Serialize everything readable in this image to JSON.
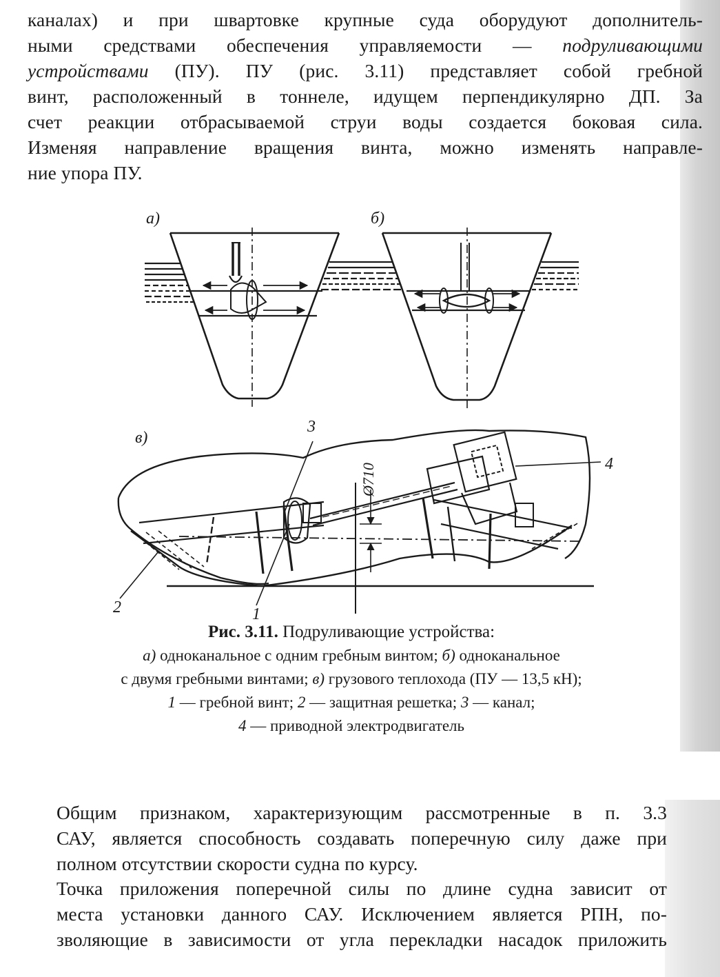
{
  "para1": {
    "l1": "каналах) и при швартовке крупные суда оборудуют дополнитель-",
    "l2a": "ными средствами обеспечения управляемости — ",
    "l2b": "подруливающими",
    "l3a": "устройствами",
    "l3b": " (ПУ). ПУ (рис. 3.11) представляет собой гребной",
    "l4": "винт, расположенный в тоннеле, идущем перпендикулярно ДП. За",
    "l5": "счет реакции отбрасываемой струи воды создается боковая сила.",
    "l6": "Изменяя направление вращения винта, можно изменять направле-",
    "l7": "ние упора ПУ."
  },
  "figure": {
    "label_a": "а)",
    "label_b": "б)",
    "label_v": "в)",
    "num1": "1",
    "num2": "2",
    "num3": "3",
    "num4": "4",
    "diameter": "Ø710"
  },
  "caption": {
    "prefix": "Рис. 3.11.",
    "title": " Подруливающие устройства:",
    "l2a": "а)",
    "l2b": " одноканальное с одним гребным винтом; ",
    "l2c": "б)",
    "l2d": " одноканальное",
    "l3a": "с двумя гребными винтами; ",
    "l3b": "в)",
    "l3c": " грузового теплохода (ПУ — 13,5 кН);",
    "l4a": "1",
    "l4b": " — гребной винт; ",
    "l4c": "2",
    "l4d": " — защитная решетка; ",
    "l4e": "3",
    "l4f": " — канал;",
    "l5a": "4",
    "l5b": " — приводной электродвигатель"
  },
  "para2": {
    "l1": "Общим признаком, характеризующим рассмотренные в п. 3.3",
    "l2": "САУ, является способность создавать поперечную силу даже при",
    "l3": "полном отсутствии скорости судна по курсу."
  },
  "para3": {
    "l1": "Точка приложения поперечной силы по длине судна зависит от",
    "l2": "места установки данного САУ. Исключением является РПН, по-",
    "l3": "зволяющие в зависимости от угла перекладки насадок приложить"
  }
}
